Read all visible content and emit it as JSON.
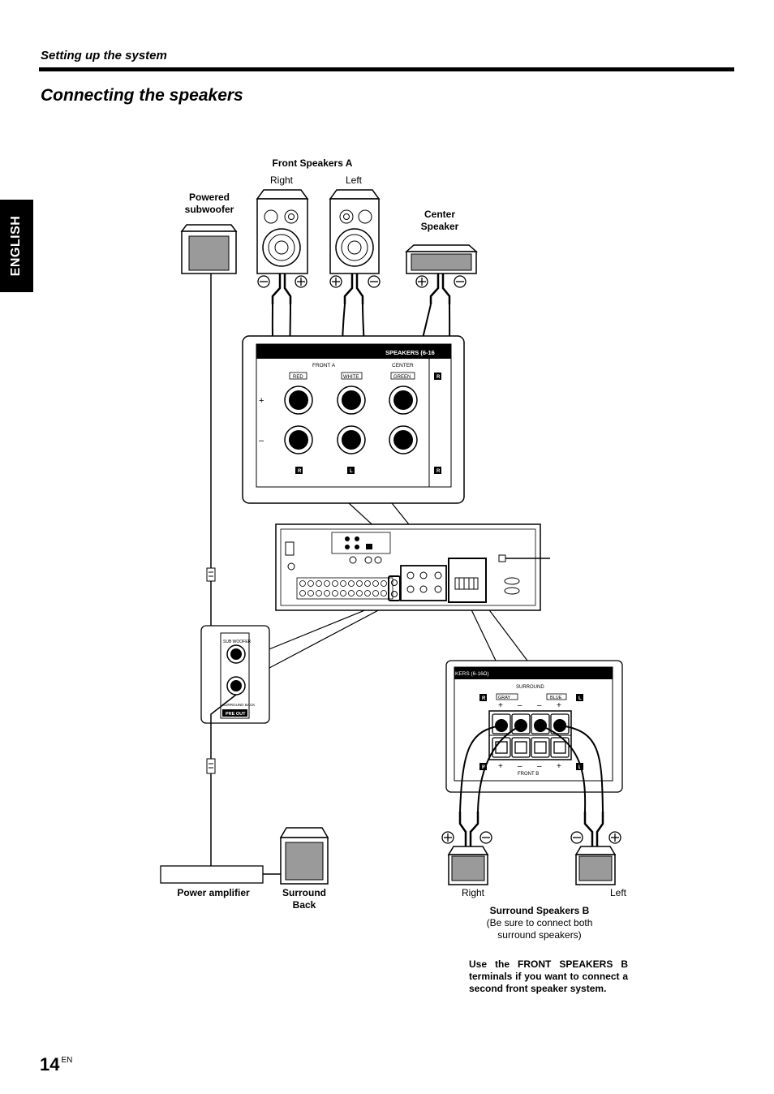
{
  "header": {
    "section": "Setting up the system",
    "title": "Connecting the speakers",
    "language_tab": "ENGLISH"
  },
  "labels": {
    "front_speakers_a": "Front Speakers A",
    "right": "Right",
    "left": "Left",
    "powered_subwoofer": "Powered subwoofer",
    "center_speaker": "Center Speaker",
    "power_amplifier": "Power amplifier",
    "surround_back": "Surround Back",
    "surround_right": "Right",
    "surround_left": "Left",
    "surround_speakers_b": "Surround Speakers B",
    "surround_note": "(Be sure to connect both surround speakers)"
  },
  "terminal_panel": {
    "header": "SPEAKERS (6-16",
    "front_a": "FRONT A",
    "center": "CENTER",
    "red": "RED",
    "white": "WHITE",
    "green": "GREEN",
    "plus": "+",
    "minus": "–",
    "r": "R",
    "l": "L"
  },
  "preout_panel": {
    "subwoofer": "SUB WOOFER",
    "surround_back": "SURROUND BACK",
    "pre_out": "PRE OUT"
  },
  "surround_panel": {
    "header": "KERS (6-16Ω)",
    "surround": "SURROUND",
    "gray": "GRAY",
    "blue": "BLUE",
    "front_b": "FRONT B",
    "r": "R",
    "l": "L"
  },
  "note": "Use the FRONT SPEAKERS B terminals if you want to connect a second front speaker system.",
  "page": {
    "number": "14",
    "suffix": "EN"
  }
}
